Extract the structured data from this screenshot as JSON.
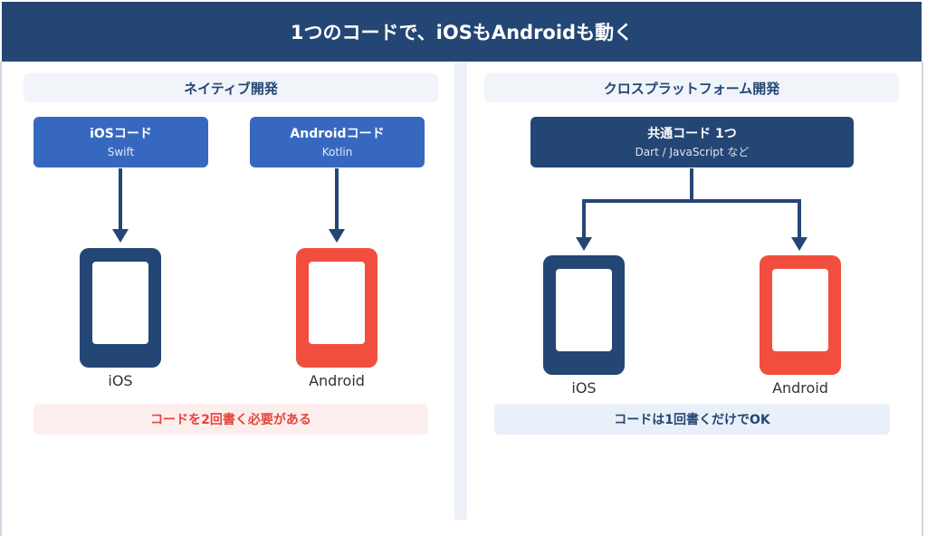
{
  "header": {
    "title": "1つのコードで、iOSもAndroidも動く"
  },
  "native": {
    "title": "ネイティブ開発",
    "ios_code": {
      "title": "iOSコード",
      "lang": "Swift"
    },
    "android_code": {
      "title": "Androidコード",
      "lang": "Kotlin"
    },
    "ios_label": "iOS",
    "android_label": "Android",
    "note": "コードを2回書く必要がある"
  },
  "cross": {
    "title": "クロスプラットフォーム開発",
    "shared_code": {
      "title": "共通コード 1つ",
      "lang": "Dart / JavaScript など"
    },
    "ios_label": "iOS",
    "android_label": "Android",
    "note": "コードは1回書くだけでOK"
  },
  "colors": {
    "navy": "#244675",
    "blue": "#3768c0",
    "red": "#f24e3f",
    "warn_text": "#e5453a"
  }
}
